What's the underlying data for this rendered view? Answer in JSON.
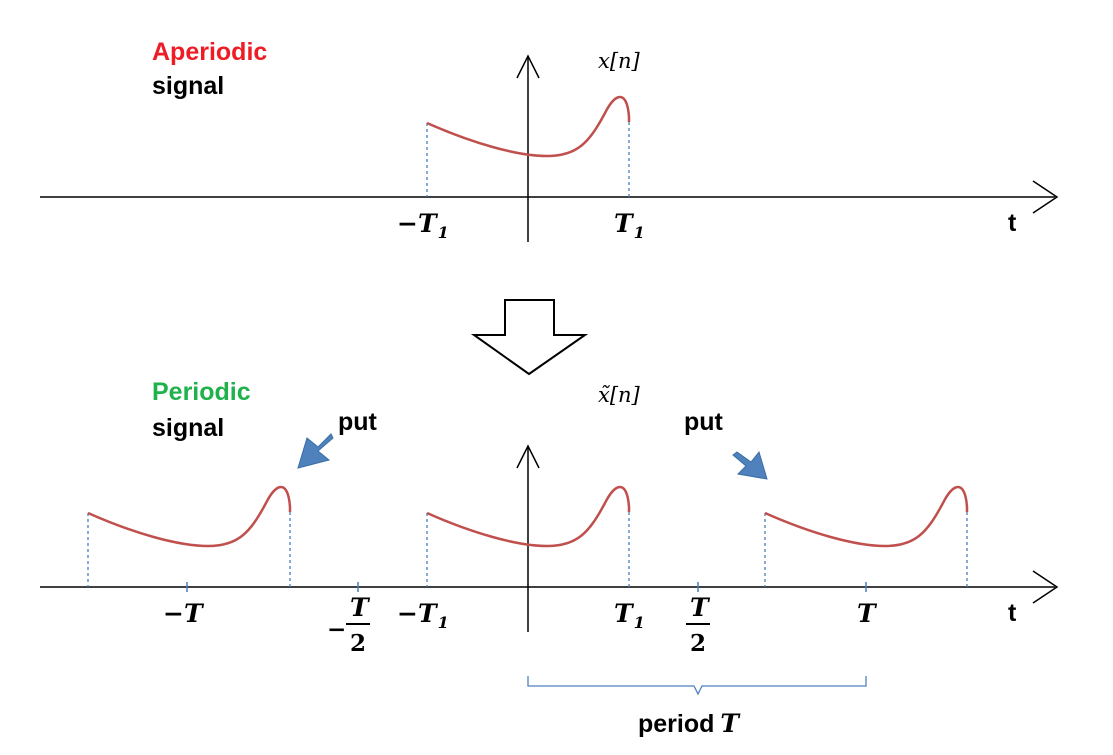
{
  "top": {
    "title_word1": "Aperiodic",
    "title_word2": "signal",
    "signal_label": "x[n]",
    "axis_label": "t",
    "ticks": {
      "neg_t1": "−T",
      "neg_t1_sub": "1",
      "t1": "T",
      "t1_sub": "1"
    }
  },
  "bottom": {
    "title_word1": "Periodic",
    "title_word2": "signal",
    "signal_label": "x̃[n]",
    "axis_label": "t",
    "put_left": "put",
    "put_right": "put",
    "ticks": {
      "neg_T": "−T",
      "neg_half_sign": "−",
      "half_num": "T",
      "half_den": "2",
      "neg_t1": "−T",
      "neg_t1_sub": "1",
      "t1": "T",
      "t1_sub": "1",
      "T": "T"
    },
    "period_label": "period",
    "period_symbol": "T"
  },
  "colors": {
    "aperiodic": "#ee1c24",
    "periodic": "#1fb14a",
    "curve": "#c0504d",
    "dashed": "#4a7ebb",
    "put_arrow": "#4f81bd",
    "brace": "#4f81bd"
  }
}
